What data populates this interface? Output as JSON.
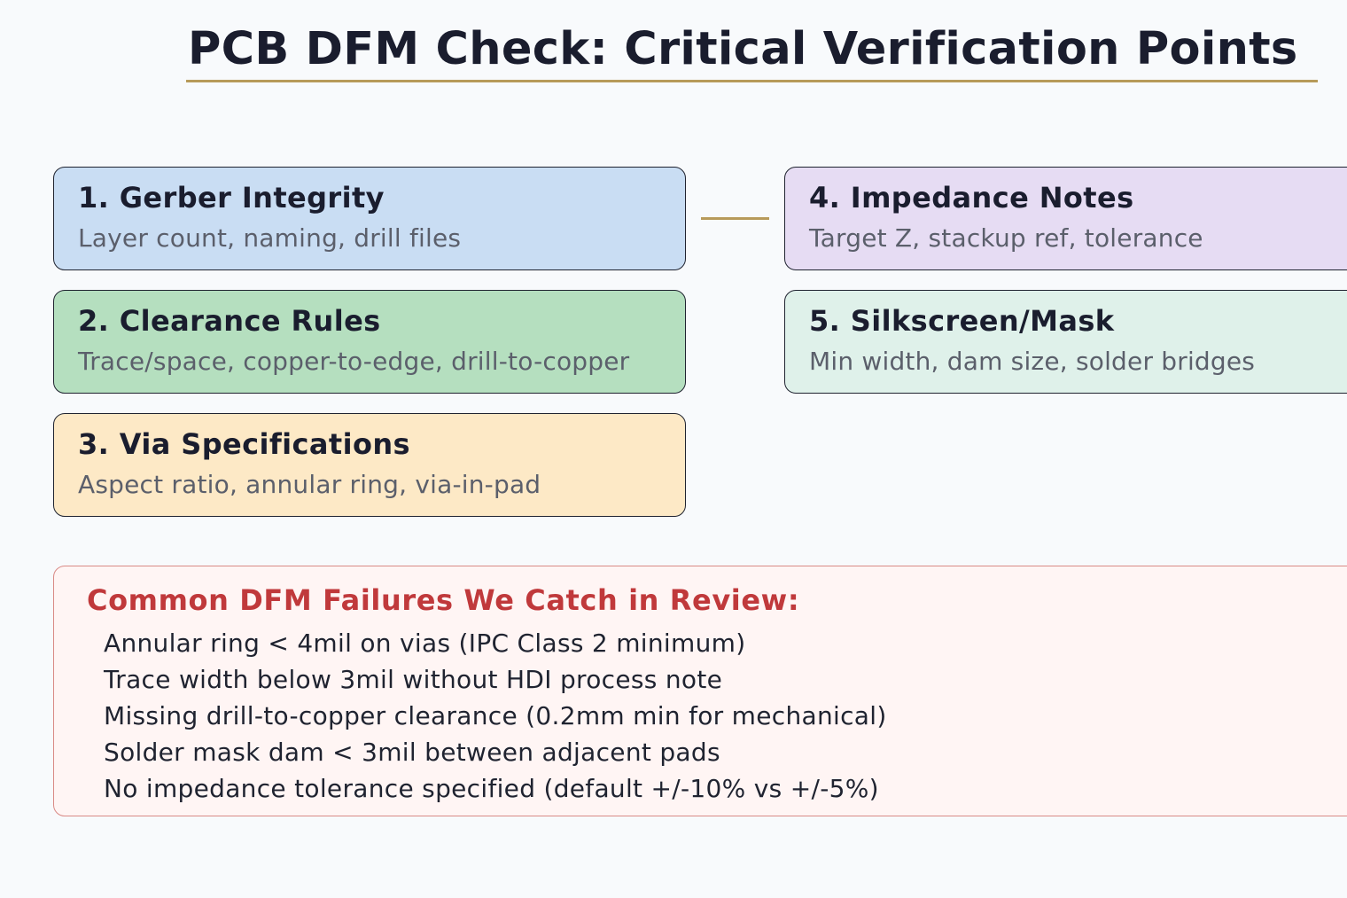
{
  "title": "PCB DFM Check: Critical Verification Points",
  "colors": {
    "accent_gold": "#b79a5a",
    "card_blue": "#c9ddf3",
    "card_green": "#b5dfbf",
    "card_yellow": "#fde9c6",
    "card_purple": "#e6dcf3",
    "card_mint": "#dff1ea",
    "failure_red": "#c0393b",
    "failure_bg": "#fff5f4"
  },
  "cards": [
    {
      "title": "1. Gerber Integrity",
      "desc": "Layer count, naming, drill files",
      "color": "#c9ddf3"
    },
    {
      "title": "2. Clearance Rules",
      "desc": "Trace/space, copper-to-edge, drill-to-copper",
      "color": "#b5dfbf"
    },
    {
      "title": "3. Via Specifications",
      "desc": "Aspect ratio, annular ring, via-in-pad",
      "color": "#fde9c6"
    },
    {
      "title": "4. Impedance Notes",
      "desc": "Target Z, stackup ref, tolerance",
      "color": "#e6dcf3"
    },
    {
      "title": "5. Silkscreen/Mask",
      "desc": "Min width, dam size, solder bridges",
      "color": "#dff1ea"
    }
  ],
  "failures": {
    "title": "Common DFM Failures We Catch in Review:",
    "items": [
      "Annular ring < 4mil on vias (IPC Class 2 minimum)",
      "Trace width below 3mil without HDI process note",
      "Missing drill-to-copper clearance (0.2mm min for mechanical)",
      "Solder mask dam < 3mil between adjacent pads",
      "No impedance tolerance specified (default +/-10% vs +/-5%)"
    ]
  }
}
